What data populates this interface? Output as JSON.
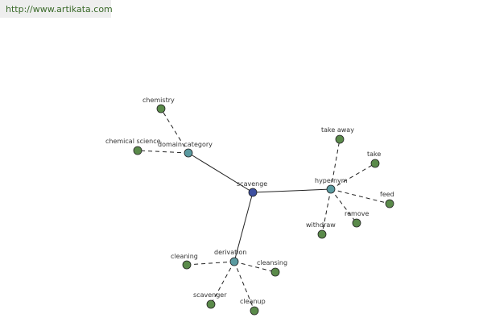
{
  "header": {
    "url": "http://www.artikata.com"
  },
  "colors": {
    "root_node": "#3d4fa0",
    "category_node": "#5a9aa0",
    "leaf_node": "#5a8a4a",
    "node_stroke": "#222222",
    "edge": "#222222",
    "url_text": "#3a6a2a"
  },
  "graph": {
    "root": {
      "id": "scavenge",
      "label": "scavenge"
    },
    "categories": [
      {
        "id": "domain-category",
        "label": "domain category",
        "children": [
          {
            "id": "chemistry",
            "label": "chemistry"
          },
          {
            "id": "chemical-science",
            "label": "chemical science"
          }
        ]
      },
      {
        "id": "hypernym",
        "label": "hypernym",
        "children": [
          {
            "id": "take-away",
            "label": "take away"
          },
          {
            "id": "take",
            "label": "take"
          },
          {
            "id": "feed",
            "label": "feed"
          },
          {
            "id": "remove",
            "label": "remove"
          },
          {
            "id": "withdraw",
            "label": "withdraw"
          }
        ]
      },
      {
        "id": "derivation",
        "label": "derivation",
        "children": [
          {
            "id": "cleaning",
            "label": "cleaning"
          },
          {
            "id": "cleansing",
            "label": "cleansing"
          },
          {
            "id": "scavenger",
            "label": "scavenger"
          },
          {
            "id": "cleanup",
            "label": "cleanup"
          }
        ]
      }
    ]
  }
}
